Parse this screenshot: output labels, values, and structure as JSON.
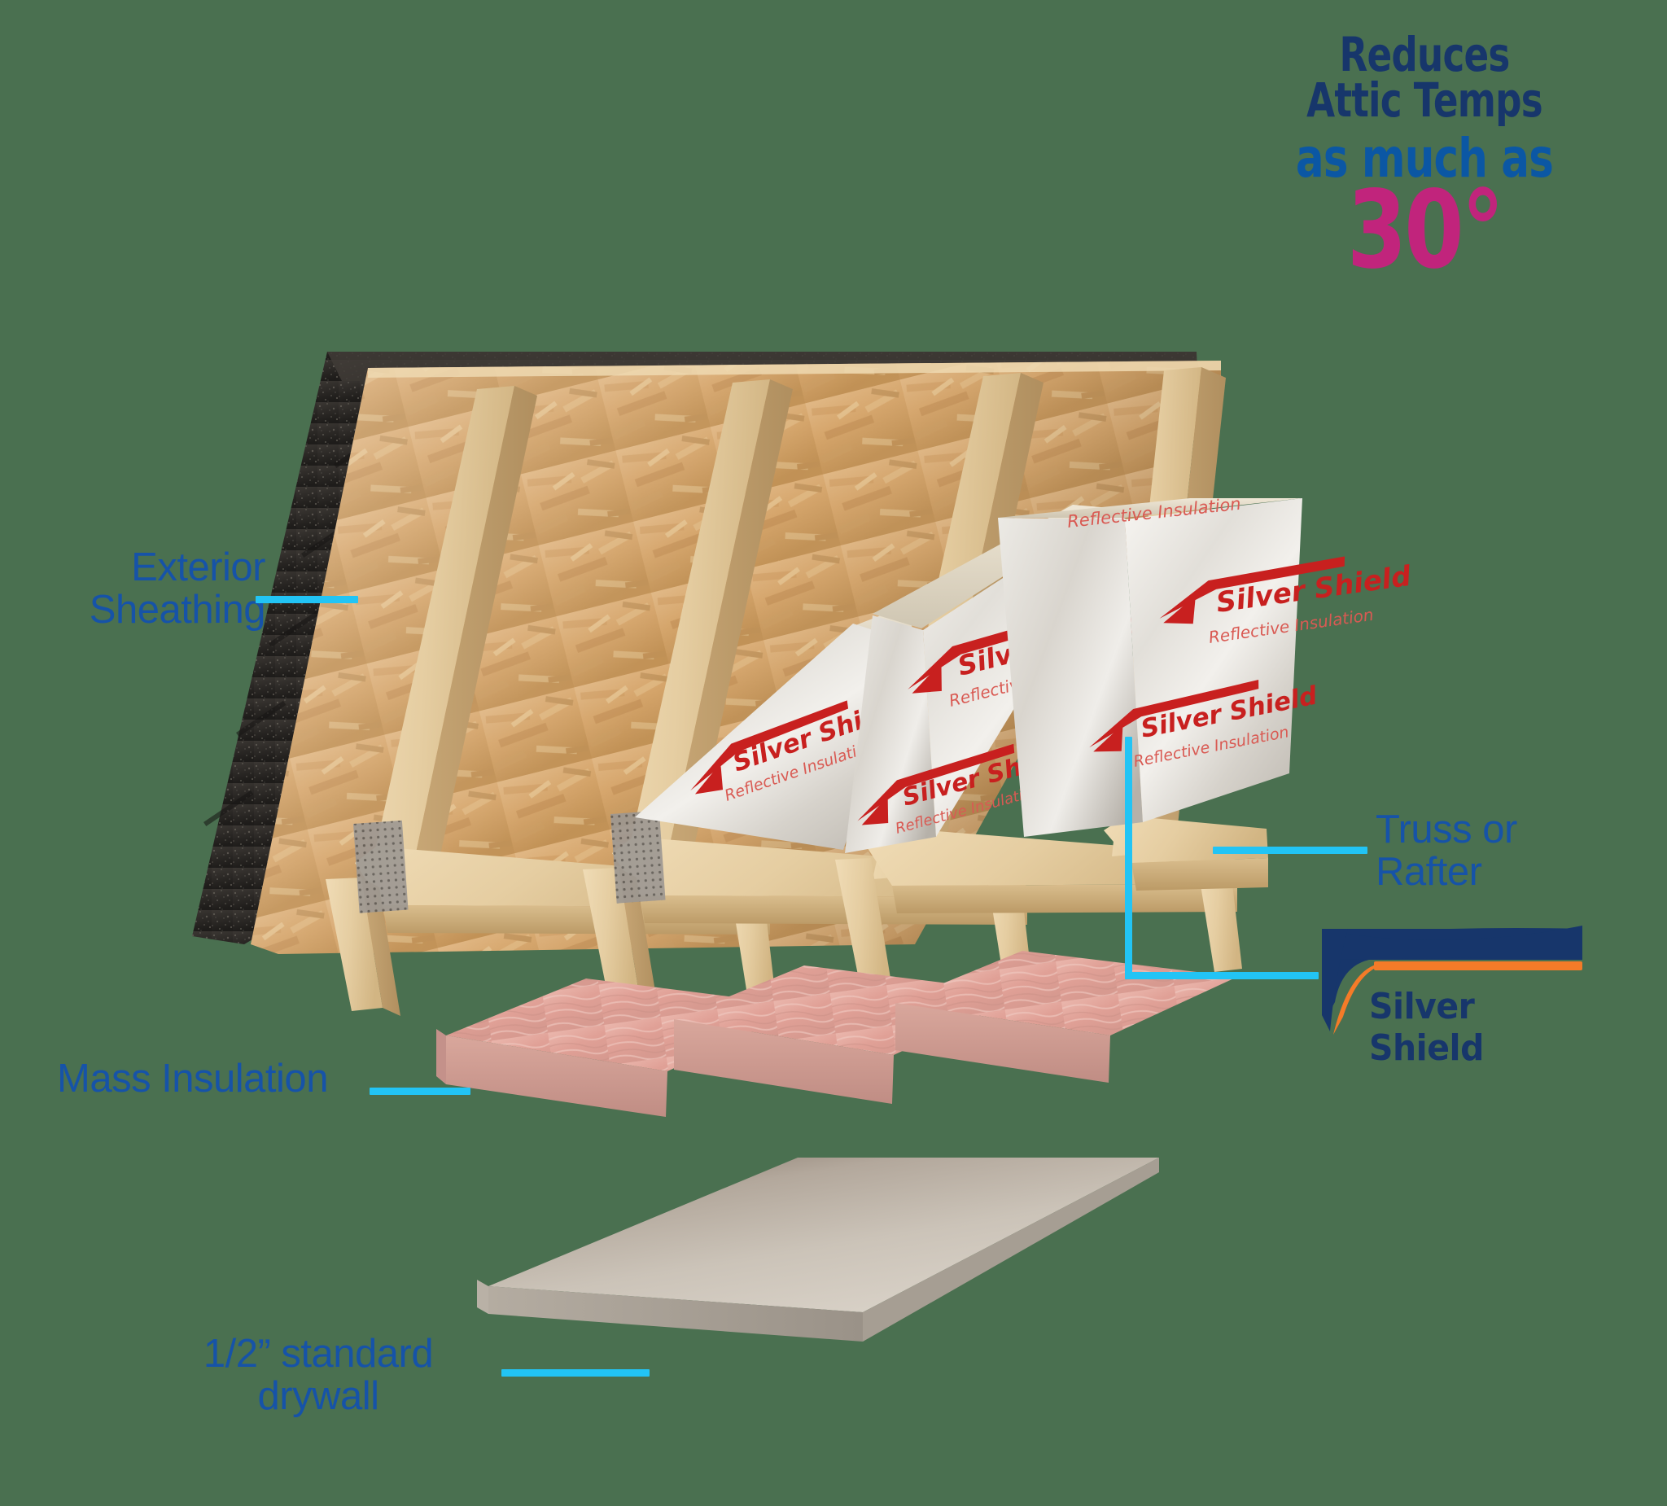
{
  "background_color": "#4a7050",
  "headline": {
    "line1": "Reduces",
    "line2": "Attic Temps",
    "line3": "as much as",
    "line4": "30°",
    "color_navy": "#17366b",
    "color_blue": "#0b57a4",
    "color_magenta": "#c1247c"
  },
  "callouts": [
    {
      "id": "exterior-sheathing",
      "text": "Exterior\nSheathing"
    },
    {
      "id": "truss-or-rafter",
      "text": "Truss or\nRafter"
    },
    {
      "id": "mass-insulation",
      "text": "Mass Insulation"
    },
    {
      "id": "standard-drywall",
      "text": "1/2” standard\ndrywall"
    }
  ],
  "leader_color": "#22c4f5",
  "label_color": "#1653a8",
  "brand_logo": {
    "name": "Silver Shield",
    "navy": "#17366b",
    "orange": "#f47b28"
  },
  "product_marks": {
    "title": "Silver Shield",
    "subtitle": "Reflective Insulation",
    "color": "#c8201f"
  },
  "layers": [
    {
      "id": "shingles",
      "name": "Asphalt shingles",
      "color": "#2a2724"
    },
    {
      "id": "osb-sheathing",
      "name": "Exterior Sheathing (OSB)",
      "color": "#d0a166"
    },
    {
      "id": "trusses",
      "name": "Truss or Rafter",
      "color": "#e7cfa4"
    },
    {
      "id": "silver-shield-batts",
      "name": "Silver Shield Reflective Insulation",
      "color": "#e9e6e0"
    },
    {
      "id": "mass-insulation",
      "name": "Mass Insulation",
      "color": "#e2a8a0"
    },
    {
      "id": "drywall",
      "name": "1/2” standard drywall",
      "color": "#cdc7bd"
    }
  ]
}
